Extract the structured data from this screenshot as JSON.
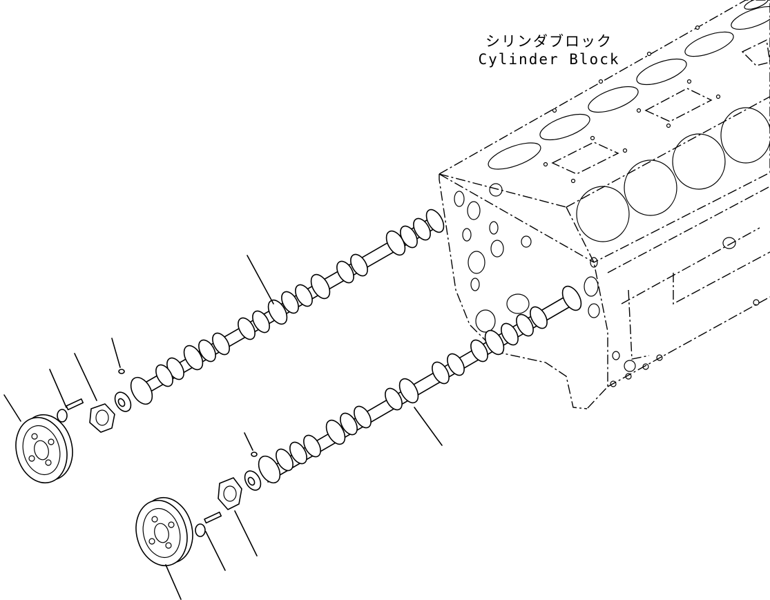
{
  "labels": {
    "block_jp": "シリンダブロック",
    "block_en": "Cylinder Block"
  },
  "icons": [
    "cylinder-block",
    "camshaft",
    "cam-gear",
    "bolt",
    "thrust-plate",
    "key"
  ]
}
